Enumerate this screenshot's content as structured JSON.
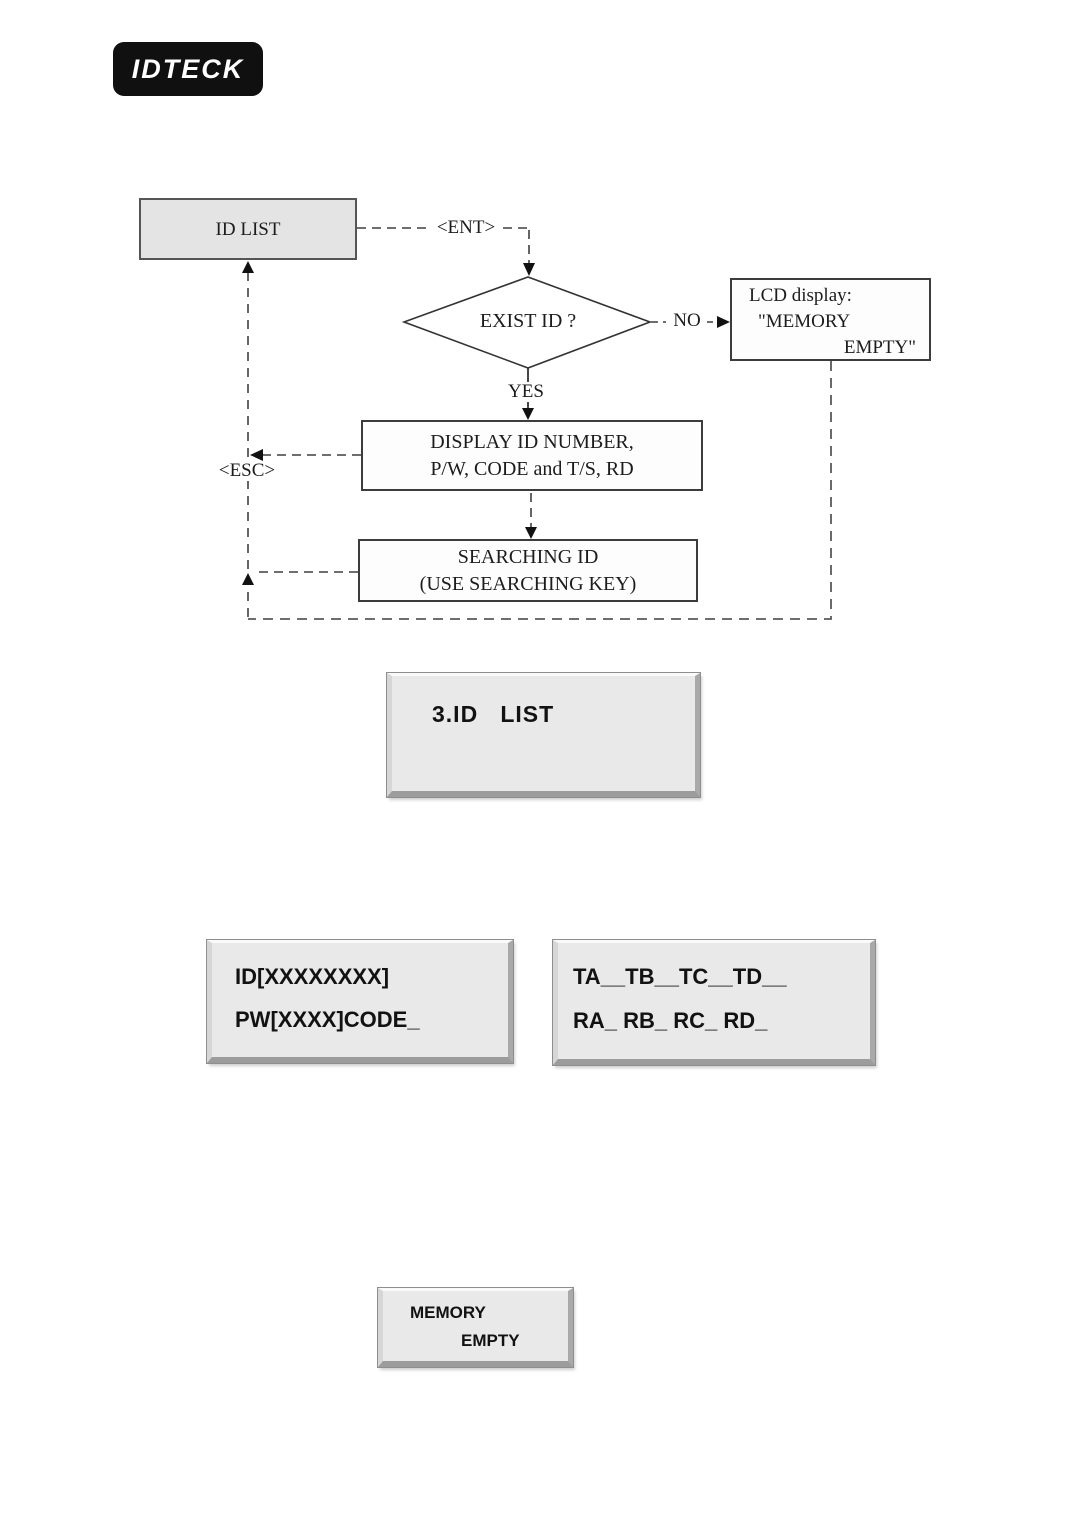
{
  "logo": {
    "text": "IDTECK"
  },
  "flowchart": {
    "nodes": {
      "id_list": "ID LIST",
      "exist_id": "EXIST ID ?",
      "lcd_display": {
        "line1": "LCD display:",
        "line2": "\"MEMORY",
        "line3": "EMPTY\""
      },
      "display_id": {
        "line1": "DISPLAY ID NUMBER,",
        "line2": "P/W, CODE and T/S, RD"
      },
      "searching_id": {
        "line1": "SEARCHING ID",
        "line2": "(USE SEARCHING KEY)"
      }
    },
    "labels": {
      "ent": "<ENT>",
      "esc": "<ESC>",
      "yes": "YES",
      "no": "NO"
    }
  },
  "lcd_screens": {
    "menu": {
      "line1": "3.ID   LIST"
    },
    "id_pw": {
      "line1": "ID[XXXXXXXX]",
      "line2": "PW[XXXX]CODE_"
    },
    "timezone_reader": {
      "line1": "TA__TB__TC__TD__",
      "line2": "RA_ RB_ RC_ RD_"
    },
    "memory_empty": {
      "line1": "MEMORY",
      "line2": "EMPTY"
    }
  },
  "colors": {
    "line": "#3f3f3f",
    "loop_line": "#5a5a5a",
    "node_fill": "#e4e4e4",
    "lcd_face": "#e9e9e9",
    "logo_bg": "#101010"
  }
}
